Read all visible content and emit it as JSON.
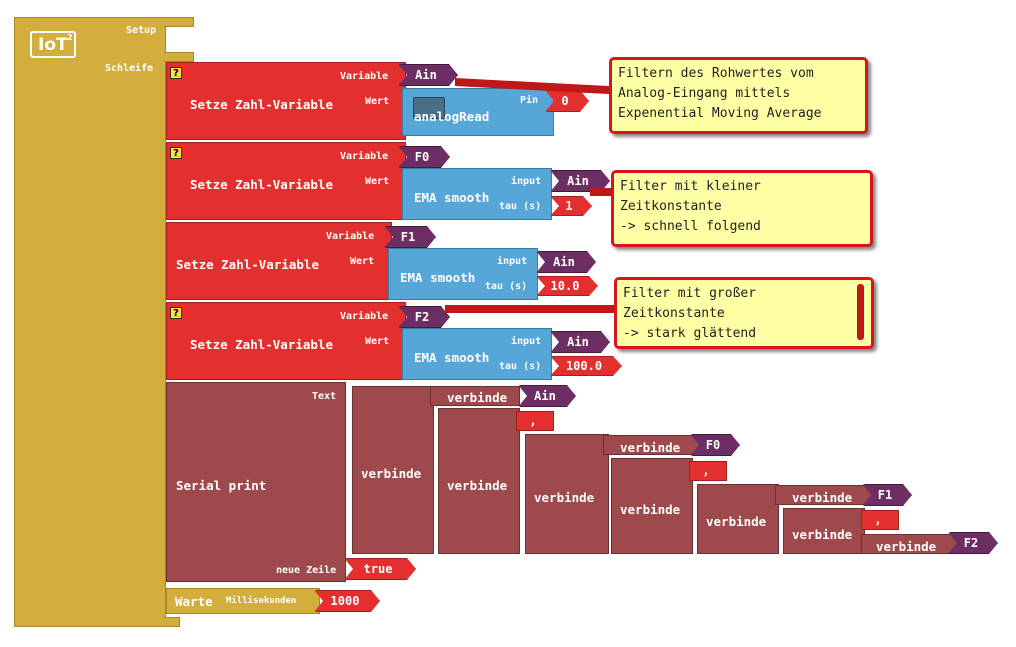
{
  "logo": {
    "text": "IoT",
    "sup": "2"
  },
  "main": {
    "setup_label": "Setup",
    "loop_label": "Schleife"
  },
  "blocks": [
    {
      "label": "Setze Zahl-Variable",
      "var_label": "Variable",
      "var_value": "Ain",
      "value_label": "Wert",
      "func": "analogRead",
      "pin_label": "Pin",
      "pin_value": "0"
    },
    {
      "label": "Setze Zahl-Variable",
      "var_label": "Variable",
      "var_value": "F0",
      "value_label": "Wert",
      "func": "EMA smooth",
      "input_label": "input",
      "input_value": "Ain",
      "tau_label": "tau (s)",
      "tau_value": "1"
    },
    {
      "label": "Setze Zahl-Variable",
      "var_label": "Variable",
      "var_value": "F1",
      "value_label": "Wert",
      "func": "EMA smooth",
      "input_label": "input",
      "input_value": "Ain",
      "tau_label": "tau (s)",
      "tau_value": "10.0"
    },
    {
      "label": "Setze Zahl-Variable",
      "var_label": "Variable",
      "var_value": "F2",
      "value_label": "Wert",
      "func": "EMA smooth",
      "input_label": "input",
      "input_value": "Ain",
      "tau_label": "tau (s)",
      "tau_value": "100.0"
    }
  ],
  "comments": [
    {
      "lines": [
        "Filtern des Rohwertes vom",
        "Analog-Eingang mittels",
        "Expenential Moving Average"
      ]
    },
    {
      "lines": [
        "Filter mit kleiner",
        "Zeitkonstante",
        "-> schnell folgend"
      ]
    },
    {
      "lines": [
        "Filter mit großer",
        "Zeitkonstante",
        "-> stark glättend"
      ]
    }
  ],
  "serial": {
    "label": "Serial print",
    "text_label": "Text",
    "newline_label": "neue Zeile",
    "newline_value": "true",
    "join_label": "verbinde",
    "sep": ",",
    "vars": [
      "Ain",
      "F0",
      "F1",
      "F2"
    ]
  },
  "wait": {
    "label": "Warte",
    "ms_label": "Millisekunden",
    "value": "1000"
  }
}
